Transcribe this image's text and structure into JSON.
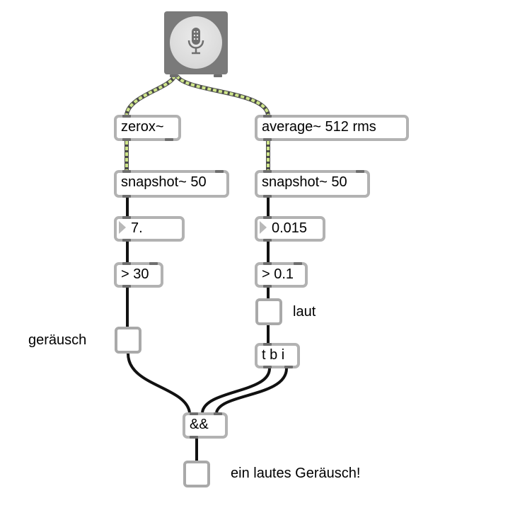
{
  "objects": {
    "zerox": "zerox~",
    "average": "average~ 512 rms",
    "snapshot_left": "snapshot~ 50",
    "snapshot_right": "snapshot~ 50",
    "number_left": "7.",
    "number_right": "0.015",
    "compare_left": "> 30",
    "compare_right": "> 0.1",
    "trigger": "t b i",
    "logical_and": "&&"
  },
  "comments": {
    "laut": "laut",
    "geraeusch": "geräusch",
    "result": "ein lautes Geräusch!"
  },
  "icons": {
    "adc": "microphone-icon"
  },
  "colors": {
    "signal_cord": "#cfe68a",
    "signal_cord_dash": "#4a4a4a",
    "control_cord": "#111111",
    "box_border": "#b2b2b2",
    "adc_background": "#7a7a7a"
  }
}
